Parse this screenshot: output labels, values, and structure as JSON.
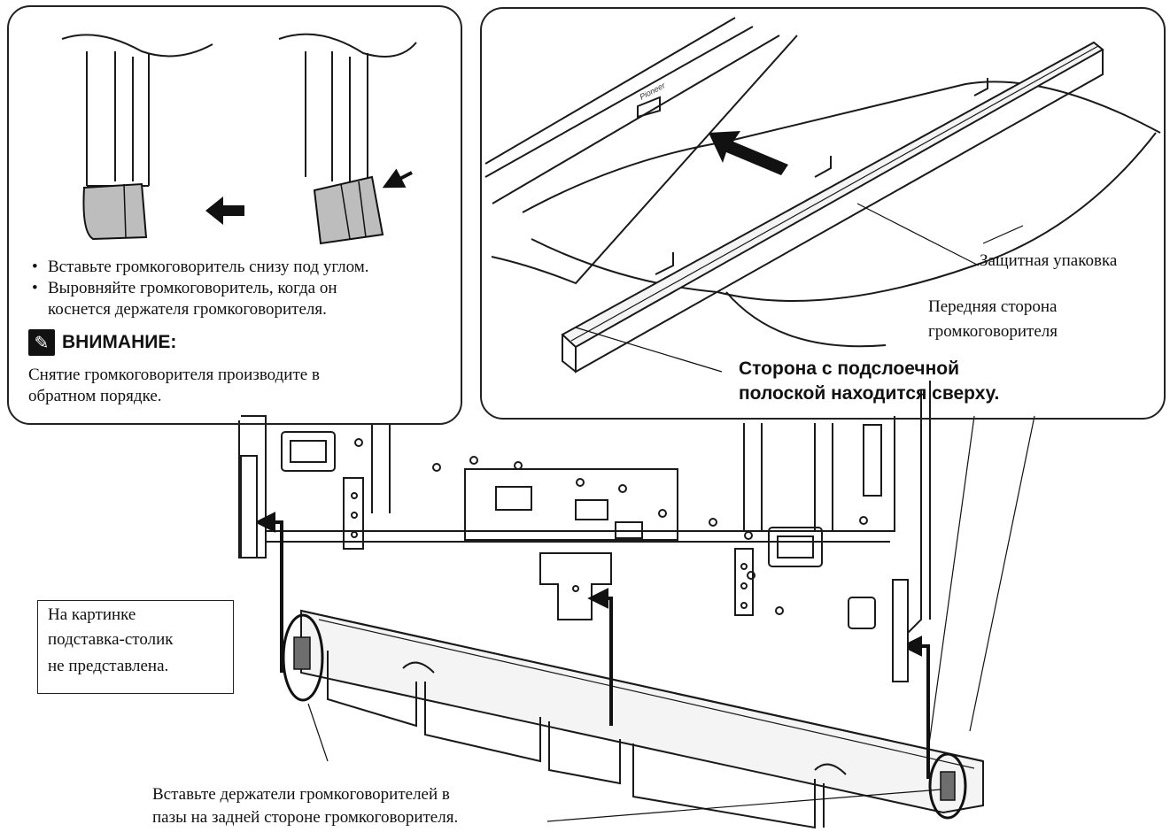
{
  "left_panel": {
    "bullet_char": "•",
    "bullets": [
      "Вставьте громкоговоритель снизу под углом.",
      "Выровняйте громкоговоритель, когда он",
      "коснется держателя громкоговорителя."
    ],
    "warning_title": "ВНИМАНИЕ:",
    "warning_icon": "pencil-icon",
    "warning_text": [
      "Снятие громкоговорителя производите в",
      "обратном порядке."
    ]
  },
  "right_panel": {
    "label_packaging": "Защитная упаковка",
    "label_front": [
      "Передняя сторона",
      "громкоговорителя"
    ],
    "label_strip": [
      "Сторона с подслоечной",
      "полоской находится сверху."
    ],
    "brand_mark": "Pioneer"
  },
  "note_box": {
    "lines": [
      "На картинке",
      "подставка-столик",
      "не представлена."
    ]
  },
  "bottom_caption": [
    "Вставьте держатели громкоговорителей в",
    "пазы на задней стороне громкоговорителя."
  ],
  "colors": {
    "line": "#1a1a1a",
    "fill_light": "#f4f4f4",
    "fill_grey": "#bdbdbd",
    "fill_dark": "#6e6e6e"
  }
}
